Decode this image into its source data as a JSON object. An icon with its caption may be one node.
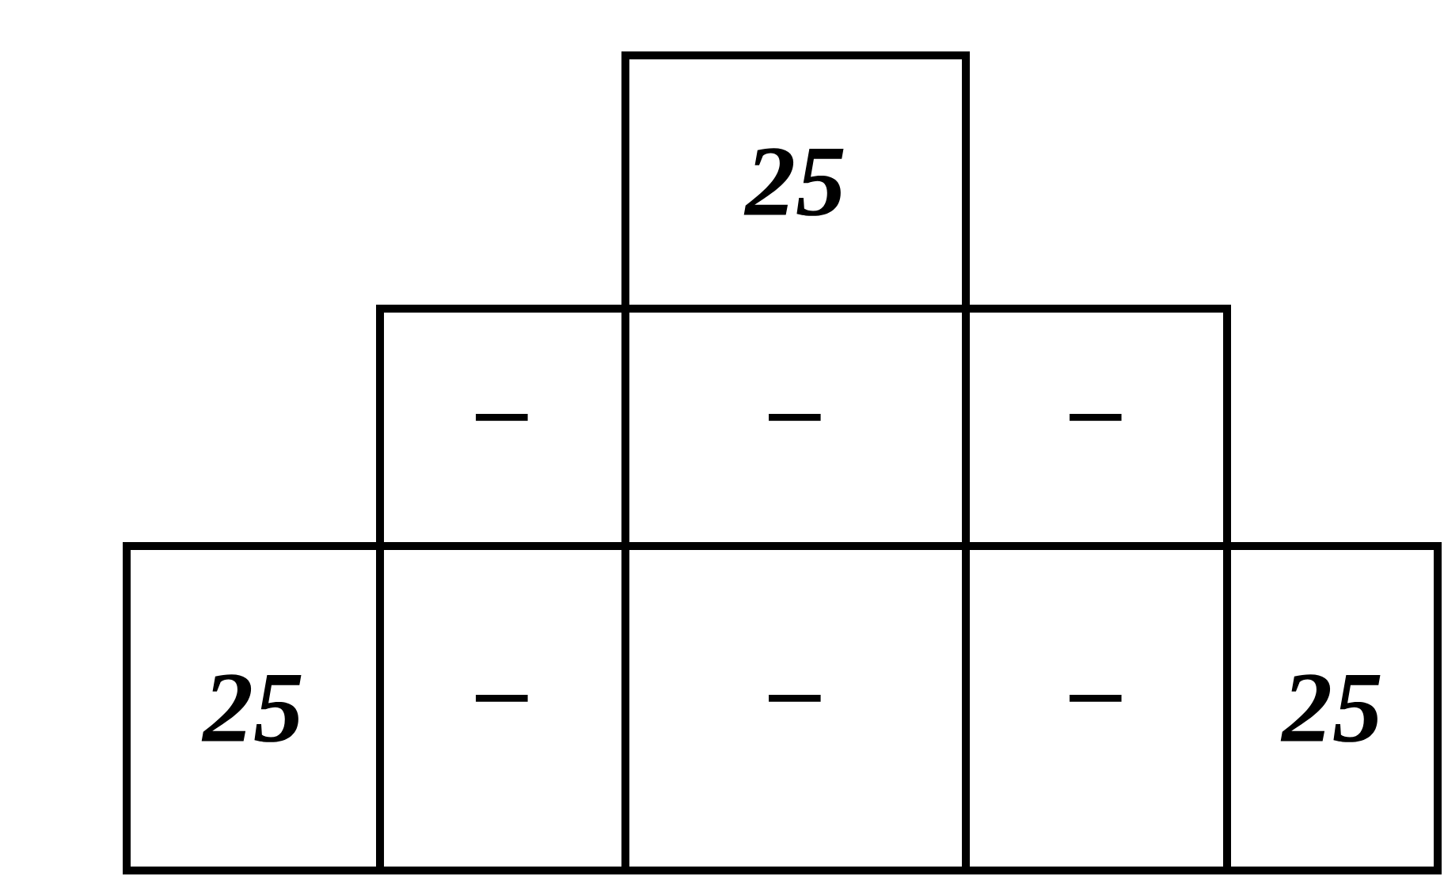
{
  "diagram": {
    "nodes": [
      {
        "text": [
          "25"
        ]
      },
      {
        "text": [
          "–"
        ]
      },
      {
        "text": [
          "–"
        ]
      },
      {
        "text": [
          "–"
        ]
      },
      {
        "text": [
          "25"
        ]
      },
      {
        "text": [
          "–"
        ]
      },
      {
        "text": [
          "–"
        ]
      },
      {
        "text": [
          "–"
        ]
      },
      {
        "text": [
          "25"
        ]
      }
    ]
  }
}
